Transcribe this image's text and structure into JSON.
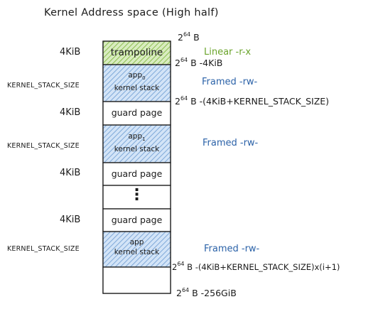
{
  "title": "Kernel Address space (High half)",
  "colors": {
    "trampoline_fill": "#b5d68a",
    "stack_fill": "#a9c8ea",
    "green": "#6aa42a",
    "blue": "#2b62a8"
  },
  "blocks": {
    "trampoline": {
      "label": "trampoline",
      "size": "4KiB",
      "perm": "Linear -r-x"
    },
    "stack0": {
      "label_top": "app",
      "index": "0",
      "label_bottom": "kernel stack",
      "size": "KERNEL_STACK_SIZE",
      "perm": "Framed -rw-"
    },
    "guard0": {
      "label": "guard page",
      "size": "4KiB"
    },
    "stack1": {
      "label_top": "app",
      "index": "1",
      "label_bottom": "kernel stack",
      "size": "KERNEL_STACK_SIZE",
      "perm": "Framed -rw-"
    },
    "guard1": {
      "label": "guard page",
      "size": "4KiB"
    },
    "ellipsis": "⋮",
    "guard2": {
      "label": "guard page",
      "size": "4KiB"
    },
    "stack2": {
      "label_top": "app",
      "label_bottom": "kernel stack",
      "size": "KERNEL_STACK_SIZE",
      "perm": "Framed -rw-"
    }
  },
  "addresses": {
    "top": {
      "base": "2",
      "exp": "64",
      "rest": " B"
    },
    "minus4k": {
      "base": "2",
      "exp": "64",
      "rest": " B -4KiB"
    },
    "stack0_bottom": {
      "base": "2",
      "exp": "64",
      "rest": " B -(4KiB+KERNEL_STACK_SIZE)"
    },
    "stacki_bottom": {
      "base": "2",
      "exp": "64",
      "rest": " B -(4KiB+KERNEL_STACK_SIZE)x(i+1)"
    },
    "bottom": {
      "base": "2",
      "exp": "64",
      "rest": " B -256GiB"
    }
  }
}
